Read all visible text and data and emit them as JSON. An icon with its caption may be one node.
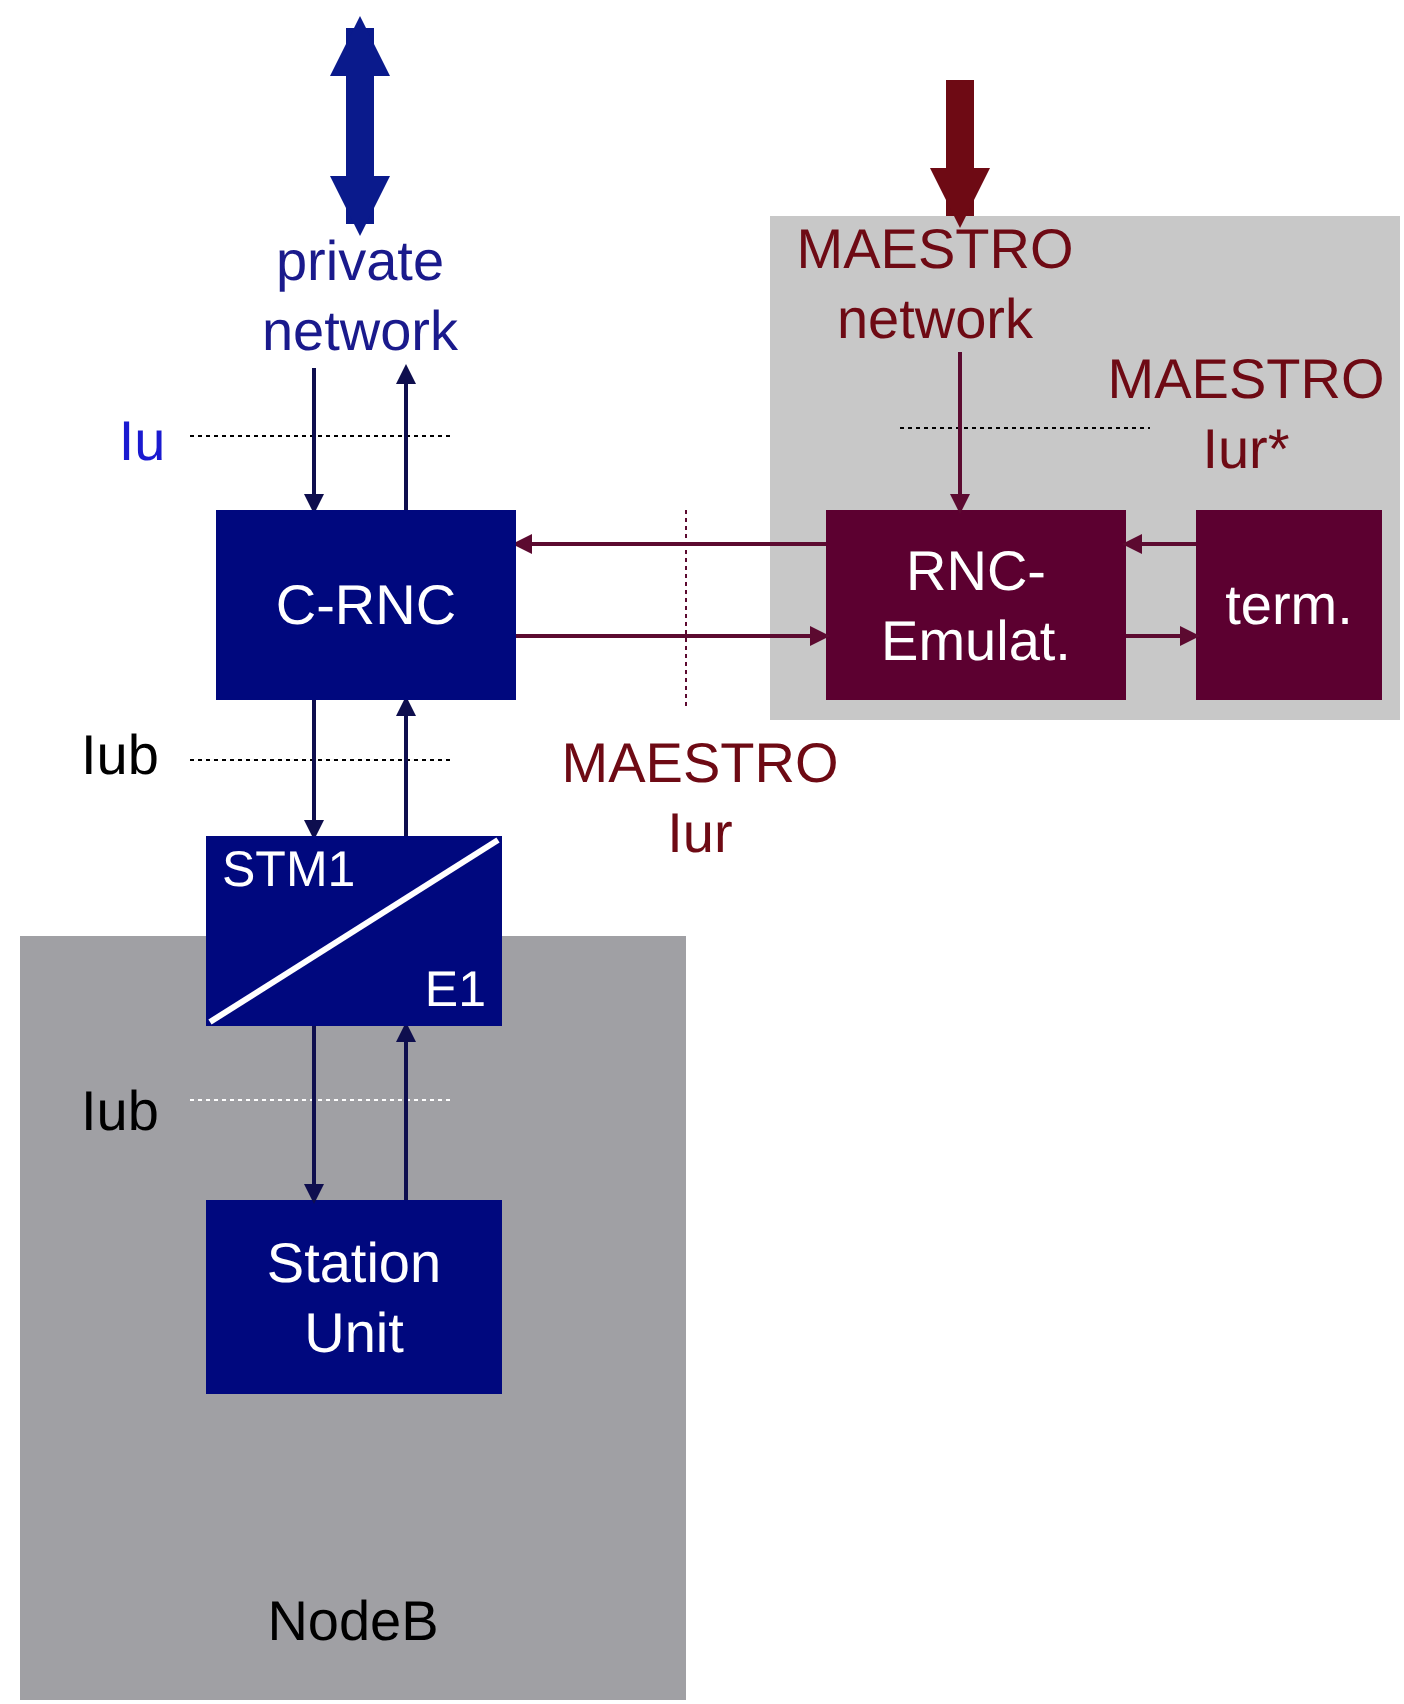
{
  "diagram": {
    "nodes": [
      {
        "text": [
          "private network"
        ]
      },
      {
        "text": [],
        "shape": "box"
      },
      {
        "text": [
          "MAESTRO network"
        ],
        "in": 1
      },
      {
        "text": [
          "C-RNC"
        ]
      },
      {
        "text": [
          "RNC-Emulat."
        ],
        "in": 1
      },
      {
        "text": [
          "term."
        ],
        "in": 1
      },
      {
        "text": [
          "STM1",
          "E1"
        ]
      },
      {
        "text": [
          "NodeB"
        ]
      },
      {
        "text": [
          "Station Unit"
        ],
        "in": 7
      }
    ],
    "edges": [
      {
        "from": null,
        "to": 0,
        "arrow": "both",
        "style": "thick"
      },
      {
        "from": null,
        "to": 2,
        "arrow": "to",
        "style": "thick",
        "color": "#6e0a14"
      },
      {
        "from": 0,
        "to": 3,
        "arrow": "to"
      },
      {
        "from": 3,
        "to": 0,
        "arrow": "to"
      },
      {
        "from": 2,
        "to": 4,
        "arrow": "to",
        "color": "#5c0a30"
      },
      {
        "from": 4,
        "to": 3,
        "arrow": "to",
        "color": "#5c0a30"
      },
      {
        "from": 3,
        "to": 4,
        "arrow": "to",
        "color": "#5c0a30"
      },
      {
        "from": 5,
        "to": 4,
        "arrow": "to",
        "color": "#5c0a30"
      },
      {
        "from": 4,
        "to": 5,
        "arrow": "to",
        "color": "#5c0a30"
      },
      {
        "from": 3,
        "to": 6,
        "arrow": "to"
      },
      {
        "from": 6,
        "to": 3,
        "arrow": "to"
      },
      {
        "from": 6,
        "to": 8,
        "arrow": "to"
      },
      {
        "from": 8,
        "to": 6,
        "arrow": "to"
      }
    ],
    "labels": [
      "Iu",
      "MAESTRO Iur*",
      "Iub",
      "MAESTRO Iur",
      "Iub"
    ]
  }
}
